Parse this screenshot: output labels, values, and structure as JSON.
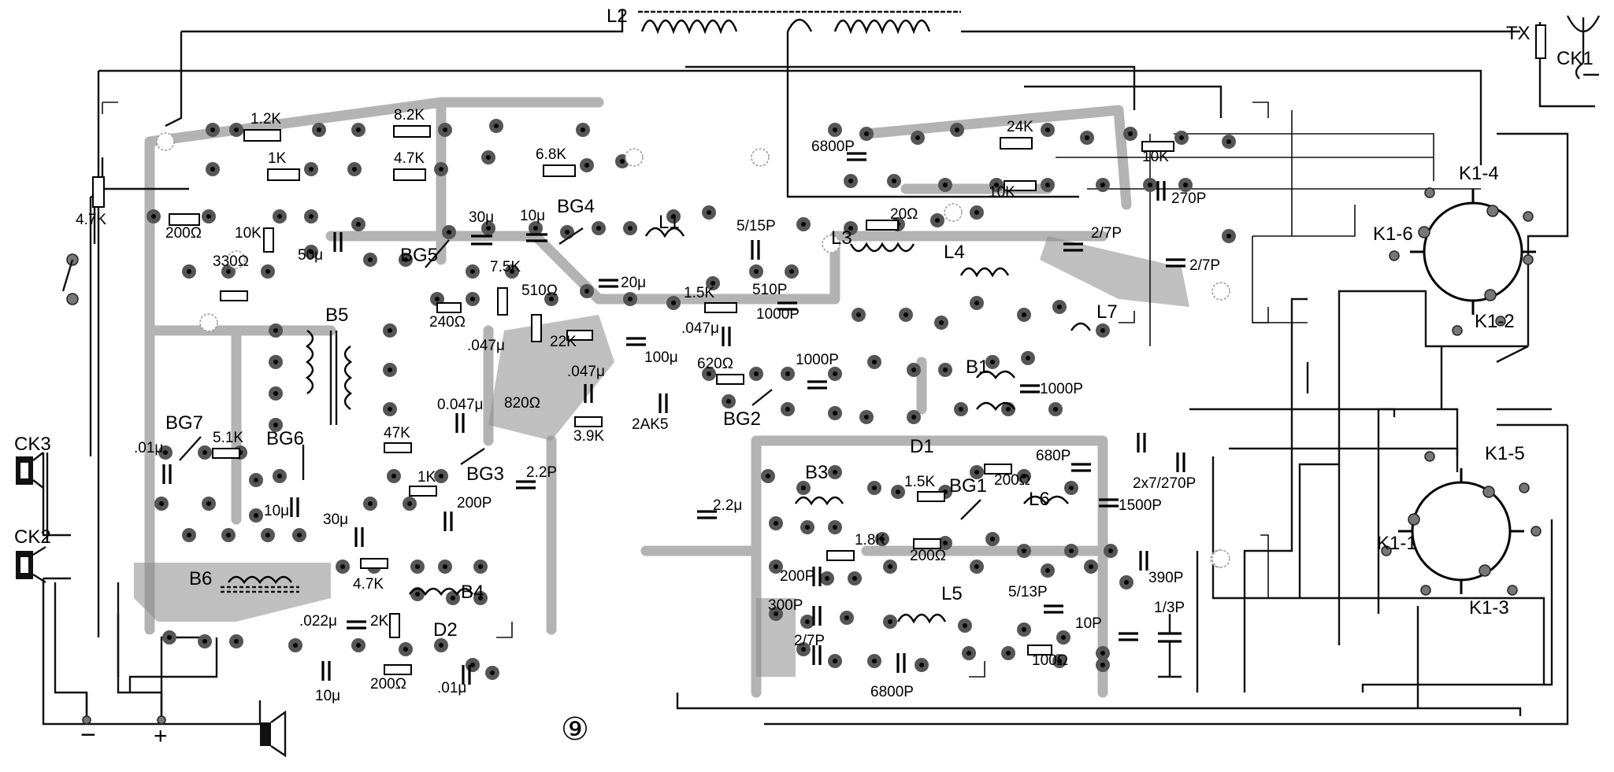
{
  "labels": {
    "figure_number": "⑨",
    "l2": "L2",
    "l1": "L1",
    "l3": "L3",
    "l4": "L4",
    "l5": "L5",
    "l6": "L6",
    "l7": "L7",
    "b5": "B5",
    "b4": "B4",
    "b3": "B3",
    "b1": "B1",
    "b6": "B6",
    "bg1": "BG1",
    "bg2": "BG2",
    "bg3": "BG3",
    "bg4": "BG4",
    "bg5": "BG5",
    "bg6": "BG6",
    "bg7": "BG7",
    "d1": "D1",
    "d2": "D2",
    "ck1": "CK1",
    "ck2": "CK2",
    "ck3": "CK3",
    "tx": "TX",
    "k1_1": "K1-1",
    "k1_2": "K1-2",
    "k1_3": "K1-3",
    "k1_4": "K1-4",
    "k1_5": "K1-5",
    "k1_6": "K1-6",
    "minus": "−",
    "plus": "+"
  },
  "values": {
    "r_1_2k": "1.2K",
    "r_8_2k": "8.2K",
    "r_1k_a": "1K",
    "r_4_7k_a": "4.7K",
    "r_6_8k": "6.8K",
    "r_200_a": "200Ω",
    "r_10k_a": "10K",
    "r_330": "330Ω",
    "r_4_7k_pot": "4.7K",
    "c_50u": "50μ",
    "c_30u_a": "30μ",
    "c_10u_a": "10μ",
    "c_7_5k": "7.5K",
    "r_240": "240Ω",
    "c_047_a": ".047μ",
    "r_510": "510Ω",
    "c_20u": "20μ",
    "r_22k": "22K",
    "c_1000p_a": "1000P",
    "c_047_b": ".047μ",
    "r_1_5k": "1.5K",
    "c_5_15p": "5/15P",
    "c_510p": "510P",
    "c_100_a": "100μ",
    "c_0_047": "0.047μ",
    "r_820": "820Ω",
    "c_047_c": ".047μ",
    "r_3_9k": "3.9K",
    "d_2ak": "2AK5",
    "r_47k": "47K",
    "r_1k_b": "1K",
    "c_2_2p": "2.2P",
    "c_200p_a": "200P",
    "r_5_1k": "5.1K",
    "c_01u": ".01μ",
    "c_10u_b": "10μ",
    "c_30u_b": "30μ",
    "r_4_7k_b": "4.7K",
    "r_2k": "2K",
    "c_022u": ".022μ",
    "r_200_b": "200Ω",
    "c_01u_b": ".01μ",
    "c_10u_c": "10μ",
    "c_6800p_a": "6800P",
    "r_24k": "24K",
    "r_10k_b": "10K",
    "r_10k_c": "10K",
    "c_270p": "270P",
    "r_20": "20Ω",
    "c_2_7p_a": "2/7P",
    "c_2_7p_b": "2/7P",
    "r_620": "620Ω",
    "c_1000p_b": "1000P",
    "c_1000p_c": "1000P",
    "c_2_2u": "2.2μ",
    "c_680p": "680P",
    "c_2x7_270p": "2x7/270P",
    "c_1500p": "1500P",
    "r_1_5k_b": "1.5K",
    "r_200_c": "200Ω",
    "r_1_8k": "1.8K",
    "r_200_d": "200Ω",
    "c_200p_b": "200P",
    "c_300p": "300P",
    "c_2_7p_c": "2/7P",
    "c_6800p_b": "6800P",
    "c_5_13p": "5/13P",
    "c_390p": "390P",
    "c_1_3p": "1/3P",
    "c_10p": "10P",
    "r_100": "100Ω"
  }
}
